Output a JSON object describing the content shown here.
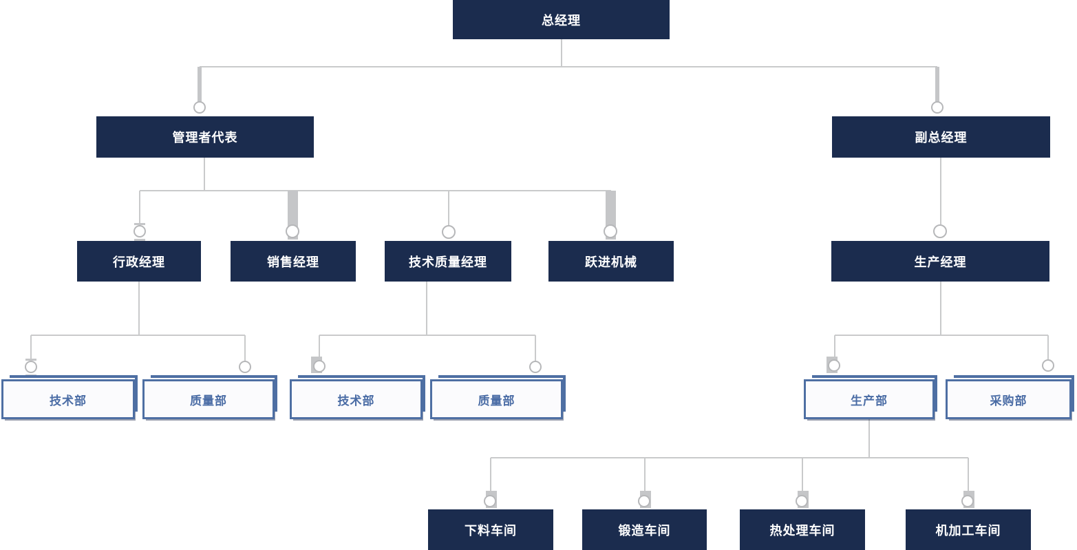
{
  "chart_type": "organization-chart",
  "colors": {
    "node_dark_bg": "#1b2c4e",
    "node_dark_text": "#ffffff",
    "node_light_bg": "#fbfbfd",
    "node_light_border": "#4e6fa3",
    "node_light_text": "#4a6ca5",
    "connector_line": "#c9cacb",
    "connector_pendant": "#c5c6c8",
    "toggle_fill": "#ffffff",
    "toggle_stroke": "#b6b7b9"
  },
  "org": {
    "root": {
      "label": "总经理",
      "children": [
        {
          "label": "管理者代表",
          "children": [
            {
              "label": "行政经理",
              "children": [
                {
                  "label": "技术部",
                  "children": []
                },
                {
                  "label": "质量部",
                  "children": []
                }
              ]
            },
            {
              "label": "销售经理",
              "children": []
            },
            {
              "label": "技术质量经理",
              "children": [
                {
                  "label": "技术部",
                  "children": []
                },
                {
                  "label": "质量部",
                  "children": []
                }
              ]
            },
            {
              "label": "跃进机械",
              "children": []
            }
          ]
        },
        {
          "label": "副总经理",
          "children": [
            {
              "label": "生产经理",
              "children": [
                {
                  "label": "生产部",
                  "children": [
                    {
                      "label": "下料车间",
                      "children": []
                    },
                    {
                      "label": "锻造车间",
                      "children": []
                    },
                    {
                      "label": "热处理车间",
                      "children": []
                    },
                    {
                      "label": "机加工车间",
                      "children": []
                    }
                  ]
                },
                {
                  "label": "采购部",
                  "children": []
                }
              ]
            }
          ]
        }
      ]
    }
  }
}
